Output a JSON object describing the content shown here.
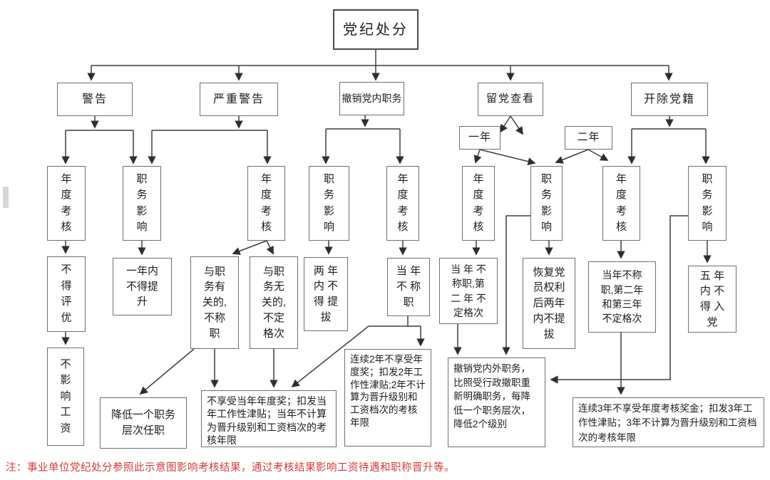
{
  "title": "党纪处分",
  "note": "注：事业单位党纪处分参照此示意图影响考核结果，通过考核结果影响工资待遇和职称晋升等。",
  "colors": {
    "line": "#3c3c3c",
    "box_border": "#6f6f6f",
    "text": "#1c1c1c",
    "note_red": "#d23b3b",
    "background": "#ffffff"
  },
  "nodes": {
    "root": "党纪处分",
    "warning": "警告",
    "severe_warning": "严重警告",
    "revoke_post": "撤销党内职务",
    "probation": "留党查看",
    "expel": "开除党籍",
    "one_year": "一年",
    "two_year": "二年",
    "annual_review": "年\n度\n考\n核",
    "post_impact": "职\n务\n影\n响",
    "no_excellence": "不\n得\n评\n优",
    "no_promotion_1y": "一年内\n不得提\n升",
    "related_incompetent": "与职\n务有\n关的,\n不称\n职",
    "unrelated_no_grade": "与职\n务无\n关的,\n不定\n格次",
    "no_promotion_2y": "两 年\n内 不\n得 提\n拔",
    "cur_year_incompetent": "当 年\n不 称\n职",
    "incompetent_2y_grade": "当 年 不\n称职,第\n二 年 不\n定格次",
    "restore_rights": "恢复党\n员权利\n后两年\n内不提\n拔",
    "incompetent_2_3y": "当年不称\n职,第二年\n和第三年\n不定格次",
    "no_party_5y": "五 年\n内 不\n得 入\n党",
    "no_wage_impact": "不\n影\n响\n工\n资",
    "lower_one_level": "降低一个职务\n层次任职",
    "penalty_1y": "不享受当年年度奖；扣发当年工作性津贴；当年不计算为晋升级别和工资档次的考核年限",
    "penalty_2y": "连续2年不享受年度奖；扣发2年工作性津贴;2年不计算为晋升级别和工资档次的考核年限",
    "revoke_all_posts": "撤销党内外职务，比照受行政撤职重新明确职务，每降低一个职务层次，降低2个级别",
    "penalty_3y": "连续3年不享受年度考核奖金；扣发3年工作性津贴；3年不计算为晋升级别和工资档次的考核年限"
  },
  "graph_edges": [
    [
      "党纪处分",
      "警告"
    ],
    [
      "党纪处分",
      "严重警告"
    ],
    [
      "党纪处分",
      "撤销党内职务"
    ],
    [
      "党纪处分",
      "留党查看"
    ],
    [
      "党纪处分",
      "开除党籍"
    ],
    [
      "警告",
      "年度考核(警告)"
    ],
    [
      "警告",
      "职务影响(警告/严重警告)"
    ],
    [
      "严重警告",
      "职务影响(警告/严重警告)"
    ],
    [
      "严重警告",
      "年度考核(严重警告)"
    ],
    [
      "撤销党内职务",
      "职务影响(撤销)"
    ],
    [
      "撤销党内职务",
      "年度考核(撤销)"
    ],
    [
      "留党查看",
      "一年"
    ],
    [
      "留党查看",
      "二年"
    ],
    [
      "一年",
      "年度考核(一年)"
    ],
    [
      "一年",
      "职务影响(留党查看)"
    ],
    [
      "二年",
      "职务影响(留党查看)"
    ],
    [
      "二年",
      "年度考核(开除/二年)"
    ],
    [
      "开除党籍",
      "年度考核(开除/二年)"
    ],
    [
      "开除党籍",
      "职务影响(开除)"
    ],
    [
      "年度考核(警告)",
      "不得评优"
    ],
    [
      "不得评优",
      "不影响工资"
    ],
    [
      "职务影响(警告/严重警告)",
      "一年内不得提升"
    ],
    [
      "年度考核(严重警告)",
      "与职务有关的,不称职"
    ],
    [
      "年度考核(严重警告)",
      "与职务无关的,不定格次"
    ],
    [
      "与职务有关的,不称职",
      "降低一个职务层次任职"
    ],
    [
      "与职务有关的,不称职",
      "不享受当年年度奖…"
    ],
    [
      "与职务无关的,不定格次",
      "不享受当年年度奖…"
    ],
    [
      "职务影响(撤销)",
      "两年内不得提拔"
    ],
    [
      "年度考核(撤销)",
      "当年不称职"
    ],
    [
      "当年不称职",
      "不享受当年年度奖…"
    ],
    [
      "当年不称职",
      "连续2年不享受年度奖…"
    ],
    [
      "年度考核(一年)",
      "当年不称职,第二年不定格次"
    ],
    [
      "当年不称职,第二年不定格次",
      "撤销党内外职务…"
    ],
    [
      "职务影响(留党查看)",
      "恢复党员权利后两年内不提拔"
    ],
    [
      "职务影响(留党查看)",
      "撤销党内外职务…"
    ],
    [
      "年度考核(开除/二年)",
      "当年不称职,第二年和第三年不定格次"
    ],
    [
      "当年不称职,第二年和第三年不定格次",
      "连续3年不享受年度考核奖金…"
    ],
    [
      "职务影响(开除)",
      "五年内不得入党"
    ],
    [
      "职务影响(开除)",
      "撤销党内外职务…"
    ]
  ]
}
